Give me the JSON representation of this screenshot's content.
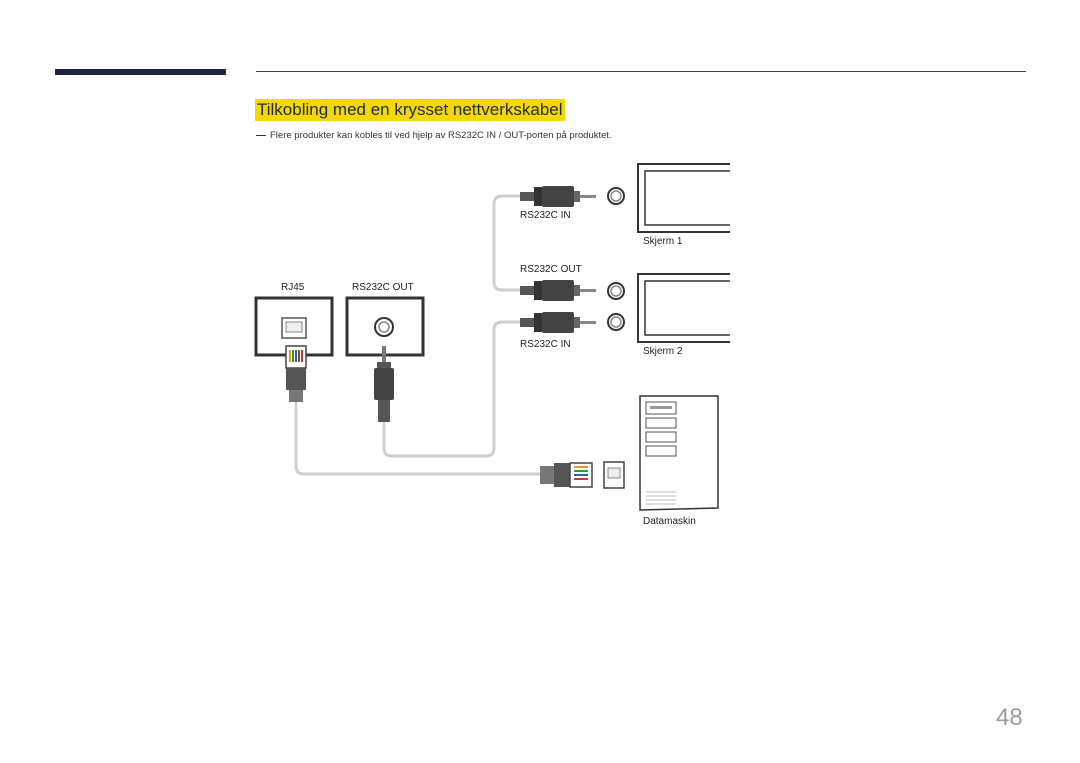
{
  "section": {
    "title": "Tilkobling med en krysset nettverkskabel",
    "note_pre": "Flere produkter kan kobles til ved hjelp av ",
    "note_port_in": "RS232C IN",
    "note_sep": " / ",
    "note_port_out": "OUT",
    "note_post": "-porten på produktet."
  },
  "diagram": {
    "port_rs232c_in_top": "RS232C IN",
    "port_rs232c_out_right": "RS232C OUT",
    "port_rs232c_in_bottom": "RS232C IN",
    "port_rj45": "RJ45",
    "port_rs232c_out_left": "RS232C OUT",
    "display_1": "Skjerm 1",
    "display_2": "Skjerm 2",
    "computer": "Datamaskin"
  },
  "footer": {
    "page_number": "48"
  }
}
